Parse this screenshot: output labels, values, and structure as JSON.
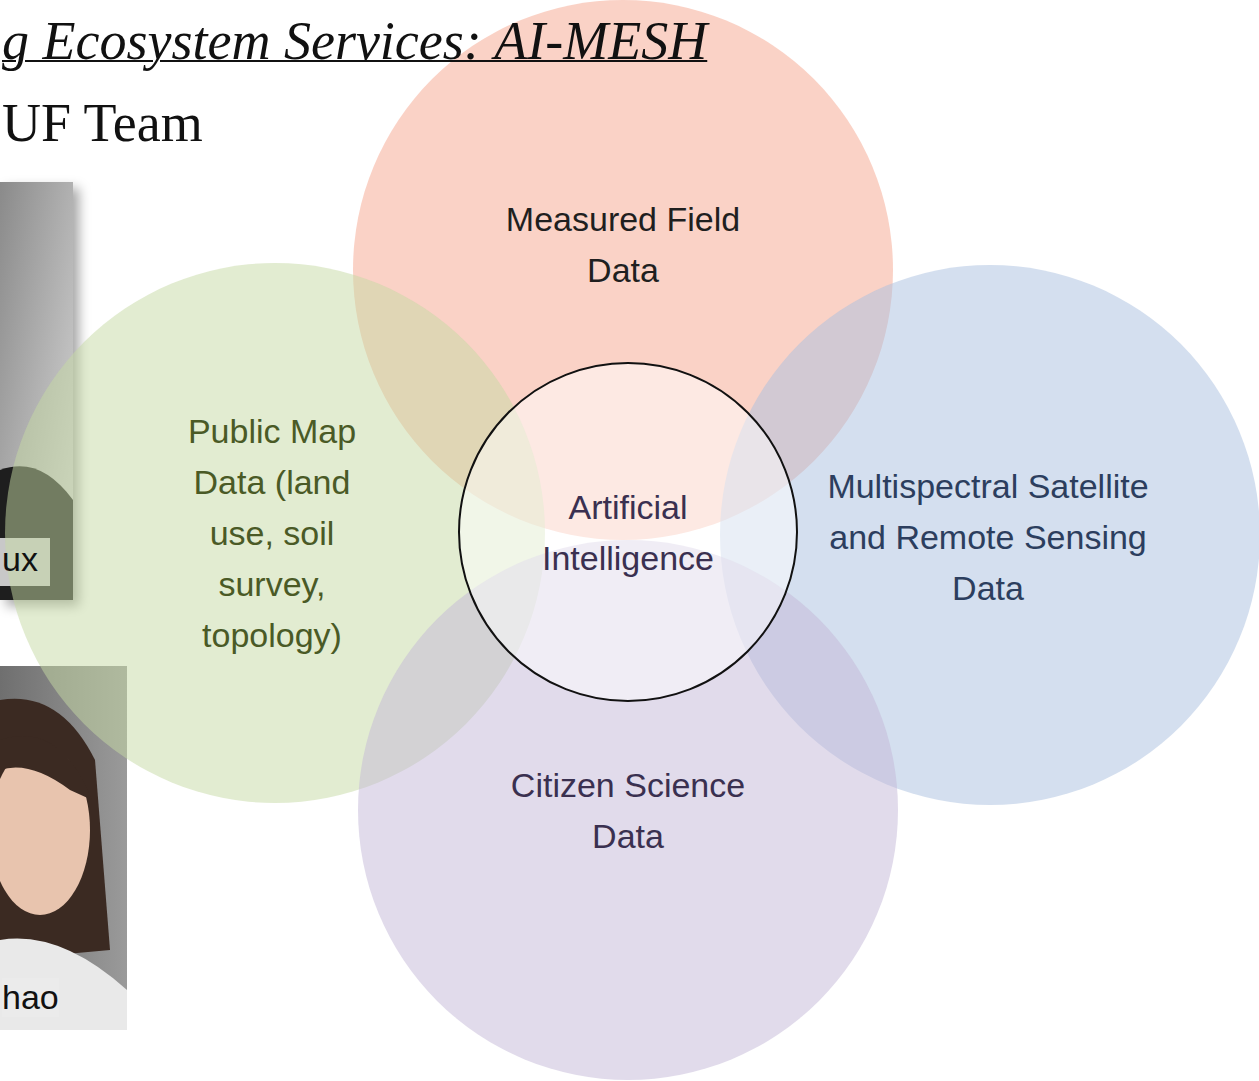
{
  "diagram": {
    "title": "g Ecosystem Services: AI-MESH",
    "nodes": [
      {
        "text": [
          "Measured Field Data"
        ]
      },
      {
        "text": [
          "Public Map Data (land use, soil survey, topology)"
        ]
      },
      {
        "text": [
          "Artificial Intelligence"
        ]
      },
      {
        "text": [
          "Multispectral Satellite and Remote Sensing Data"
        ]
      },
      {
        "text": [
          "Citizen Science Data"
        ]
      }
    ],
    "labels": [
      "UF Team",
      "ux",
      "hao"
    ]
  }
}
